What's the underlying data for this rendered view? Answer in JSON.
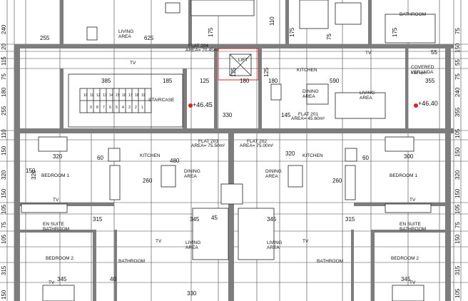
{
  "rooms": {
    "living_top": "LIVING\nAREA",
    "bathroom_top_right": "BATHROOM",
    "lift": "LIFT",
    "kitchen_201": "KITCHEN",
    "dining_201": "DINING\nAREA",
    "living_201": "LIVING\nAREA",
    "covered_veranda": "COVERED\nVERANDA",
    "veranda_area": "6.88 sqm",
    "flat_204": "FLAT 204",
    "flat_204_area": "AREA= 70.45m²",
    "flat_201": "FLAT 201",
    "flat_201_area": "AREA= 45.60m²",
    "flat_203": "FLAT 203",
    "flat_203_area": "AREA= 75.50m²",
    "flat_202": "FLAT 202",
    "flat_202_area": "AREA= 75.00m²",
    "staircase": "STAIRCASE",
    "kitchen_left": "KITCHEN",
    "kitchen_right": "KITCHEN",
    "dining_left": "DINING\nAREA",
    "dining_right": "DINING\nAREA",
    "bedroom1_left": "BEDROOM 1",
    "bedroom1_right": "BEDROOM 1",
    "ensuite_left": "EN SUITE\nBATHROOM",
    "ensuite_right": "EN SUITE\nBATHROOM",
    "living_left": "LIVING\nAREA",
    "living_right": "LIVING\nAREA",
    "bedroom2_left": "BEDROOM 2",
    "bedroom2_right": "BEDROOM 2",
    "bath_left": "BATHROOM",
    "bath_right": "BATHROOM",
    "tv": "TV"
  },
  "levels": {
    "left": "+46.45",
    "right": "+46.40"
  },
  "stair_numbers": [
    "10",
    "11",
    "12",
    "13",
    "14",
    "15",
    "16",
    "17",
    "18",
    "19"
  ],
  "stair_numbers_lower": [
    "9",
    "8",
    "7",
    "6",
    "5",
    "4",
    "3",
    "2",
    "1"
  ],
  "dims": {
    "d255": "255",
    "d625": "625",
    "d385": "385",
    "d185": "185",
    "d125": "125",
    "d180a": "180",
    "d180b": "180",
    "d590": "590",
    "d355": "355",
    "d330": "330",
    "d320a": "320",
    "d320b": "320",
    "d480": "480",
    "d60a": "60",
    "d60b": "60",
    "d300": "300",
    "d315a": "315",
    "d315b": "315",
    "d345a": "345",
    "d345b": "345",
    "d345c": "345",
    "d345d": "345",
    "d330b": "330",
    "d260a": "260",
    "d260b": "260",
    "d145": "145",
    "d150": "150",
    "d40": "40",
    "d55": "55",
    "d45": "45"
  },
  "side_dims_left": [
    "240",
    "20",
    "115",
    "75",
    "180",
    "255",
    "110",
    "150",
    "320",
    "150",
    "105",
    "75",
    "105",
    "315",
    "150"
  ],
  "side_dims_right": [
    "75",
    "150",
    "55",
    "75",
    "240",
    "355",
    "105",
    "150",
    "320",
    "150",
    "105",
    "75",
    "150",
    "315",
    "105"
  ],
  "side_labels_top": [
    "175",
    "110",
    "175",
    "75",
    "125",
    "125",
    "320",
    "175"
  ]
}
